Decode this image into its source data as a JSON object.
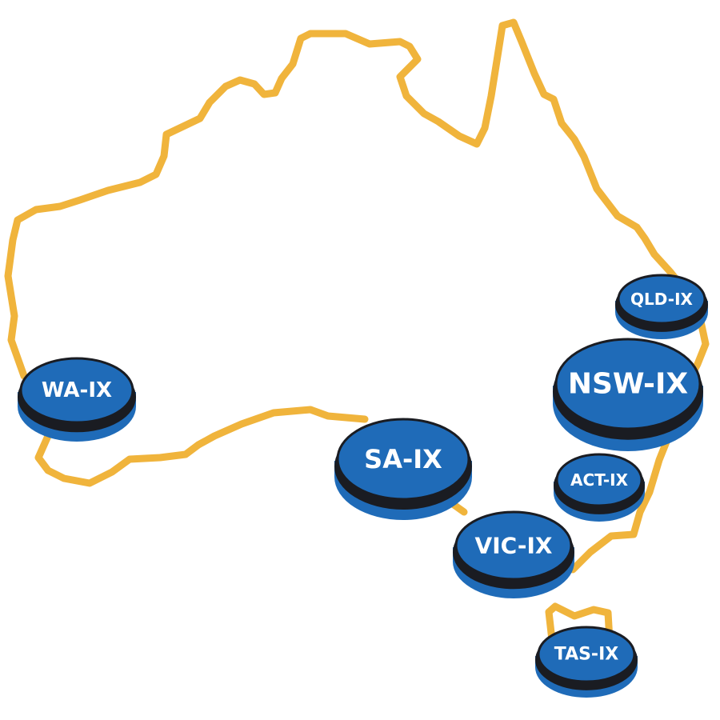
{
  "colors": {
    "outline": "#f0b43c",
    "disc_fill": "#1f6bb8",
    "disc_rim": "#1a1c22",
    "disc_side": "#1f6bb8",
    "label": "#ffffff"
  },
  "exchanges": [
    {
      "id": "qld",
      "label": "QLD-IX"
    },
    {
      "id": "nsw",
      "label": "NSW-IX"
    },
    {
      "id": "wa",
      "label": "WA-IX"
    },
    {
      "id": "sa",
      "label": "SA-IX"
    },
    {
      "id": "act",
      "label": "ACT-IX"
    },
    {
      "id": "vic",
      "label": "VIC-IX"
    },
    {
      "id": "tas",
      "label": "TAS-IX"
    }
  ]
}
